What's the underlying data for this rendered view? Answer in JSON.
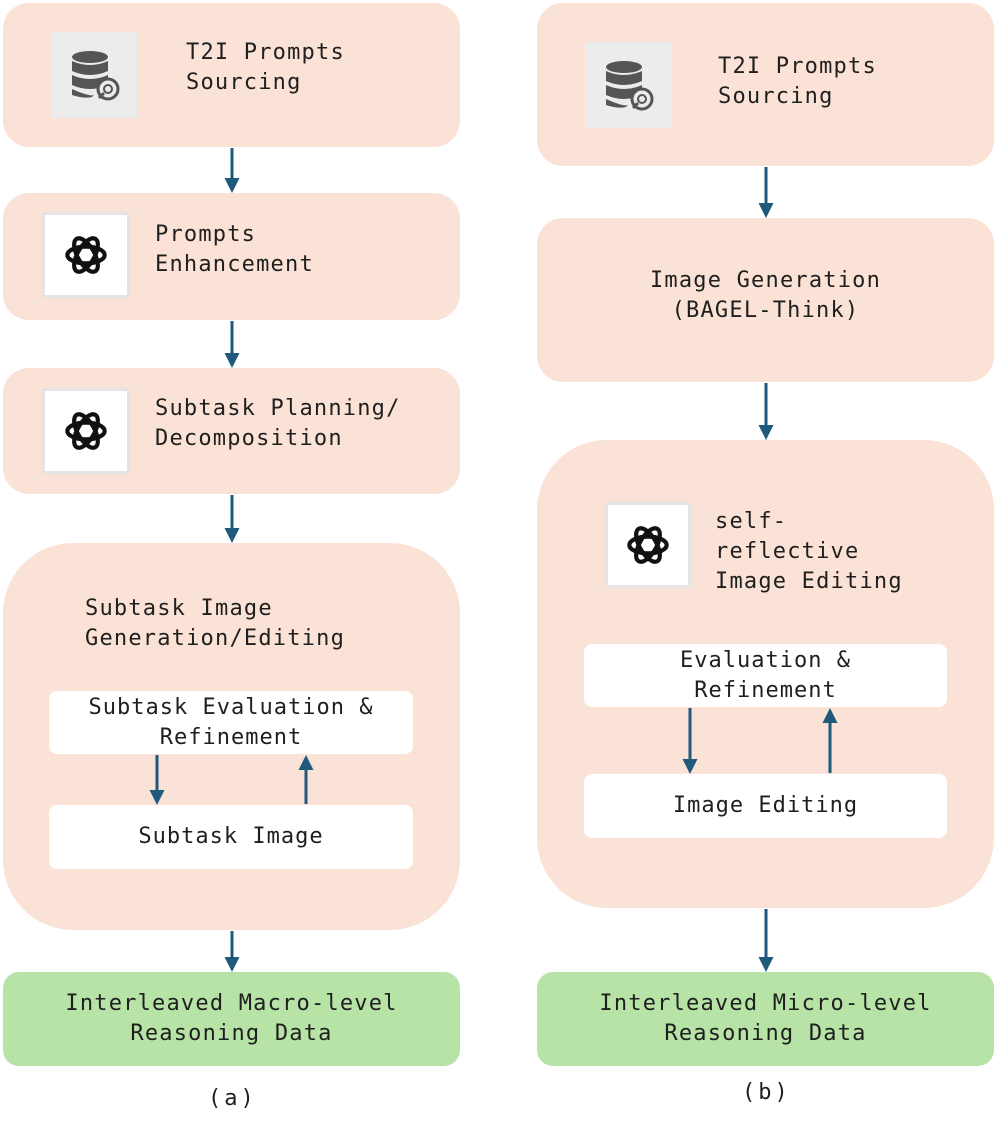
{
  "panel_a": {
    "step1": "T2I Prompts\nSourcing",
    "step2": "Prompts\nEnhancement",
    "step3": "Subtask Planning/\nDecomposition",
    "step4": "Subtask Image\nGeneration/Editing",
    "inner_top": "Subtask Evaluation &\nRefinement",
    "inner_bottom": "Subtask Image",
    "output": "Interleaved Macro-level\nReasoning Data",
    "caption": "(a)"
  },
  "panel_b": {
    "step1": "T2I Prompts\nSourcing",
    "step2": "Image Generation\n(BAGEL-Think)",
    "step3": "self-\nreflective\nImage Editing",
    "inner_top": "Evaluation &\nRefinement",
    "inner_bottom": "Image Editing",
    "output": "Interleaved Micro-level\nReasoning Data",
    "caption": "(b)"
  },
  "colors": {
    "box_fill": "#fbe2d6",
    "output_fill": "#b7e4a6",
    "arrow": "#1f5a7a",
    "inner_fill": "#ffffff"
  },
  "icons": [
    "database-search-icon",
    "openai-logo-icon"
  ]
}
